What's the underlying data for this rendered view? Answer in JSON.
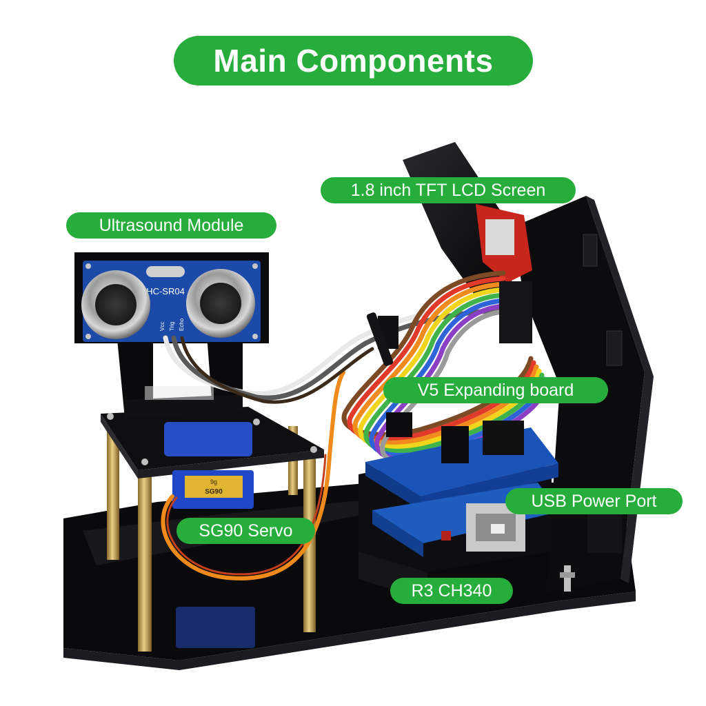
{
  "title": "Main Components",
  "labels": {
    "ultrasound": "Ultrasound Module",
    "tft": "1.8 inch TFT LCD Screen",
    "v5": "V5 Expanding board",
    "usb": "USB Power Port",
    "sg90": "SG90 Servo",
    "r3": "R3 CH340"
  },
  "product_markings": {
    "sensor_model": "HC-SR04",
    "sensor_pins": [
      "Vcc",
      "Trig",
      "Echo"
    ],
    "servo_model": "SG90",
    "servo_weight": "9g"
  },
  "colors": {
    "accent_green": "#27ad3b",
    "acrylic_black": "#0d0d0f",
    "pcb_blue": "#1a56b5",
    "brass": "#c9a855"
  }
}
